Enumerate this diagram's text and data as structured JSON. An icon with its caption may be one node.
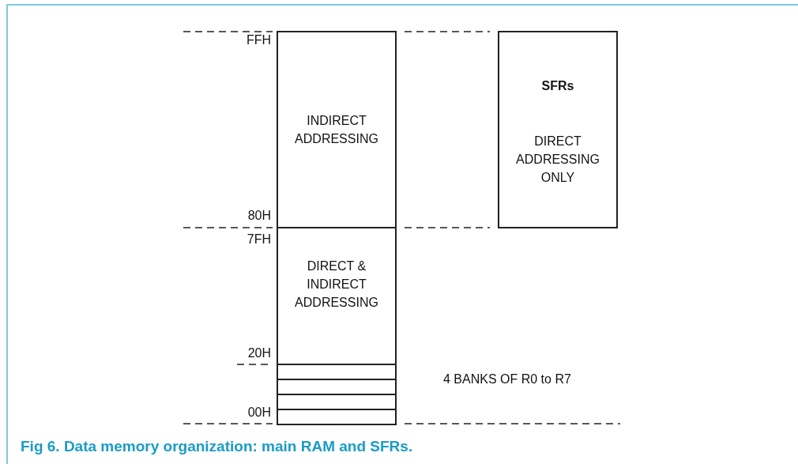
{
  "diagram": {
    "caption": "Fig 6. Data memory organization: main RAM and SFRs.",
    "nodes": [
      {
        "text": [
          "INDIRECT ADDRESSING"
        ],
        "beside": [
          "FFH",
          "80H"
        ]
      },
      {
        "text": [
          "DIRECT & INDIRECT ADDRESSING"
        ],
        "beside": [
          "7FH",
          "20H",
          "00H"
        ]
      },
      {
        "text": [
          "SFRs",
          "DIRECT ADDRESSING ONLY"
        ]
      },
      {
        "text": [],
        "shape": "box",
        "in": 1
      },
      {
        "text": [],
        "shape": "box",
        "in": 1
      },
      {
        "text": [],
        "shape": "box",
        "in": 1
      },
      {
        "text": [],
        "shape": "box",
        "in": 1
      }
    ],
    "labels": [
      "4 BANKS OF R0 to R7"
    ]
  }
}
